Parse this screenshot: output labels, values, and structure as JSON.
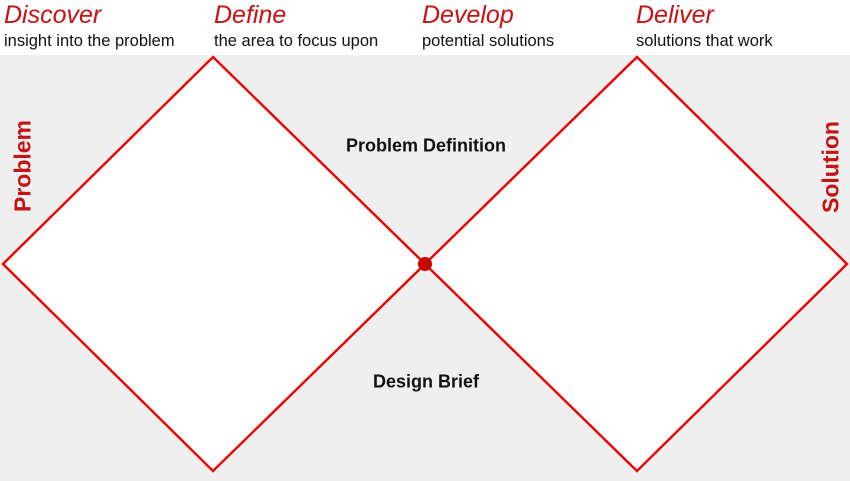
{
  "diagram": {
    "phases": [
      {
        "name": "Discover",
        "description": "insight into the problem"
      },
      {
        "name": "Define",
        "description": "the area to focus upon"
      },
      {
        "name": "Develop",
        "description": "potential solutions"
      },
      {
        "name": "Deliver",
        "description": "solutions that work"
      }
    ],
    "side_labels": {
      "left": "Problem",
      "right": "Solution"
    },
    "milestones": {
      "problem_definition": "Problem Definition",
      "design_brief": "Design Brief"
    }
  },
  "colors": {
    "phase_title_red": "#c61212",
    "diamond_line_red": "#ee0000",
    "center_dot_red": "#c80000",
    "background_gray": "#efefef",
    "text_black": "#111111"
  }
}
